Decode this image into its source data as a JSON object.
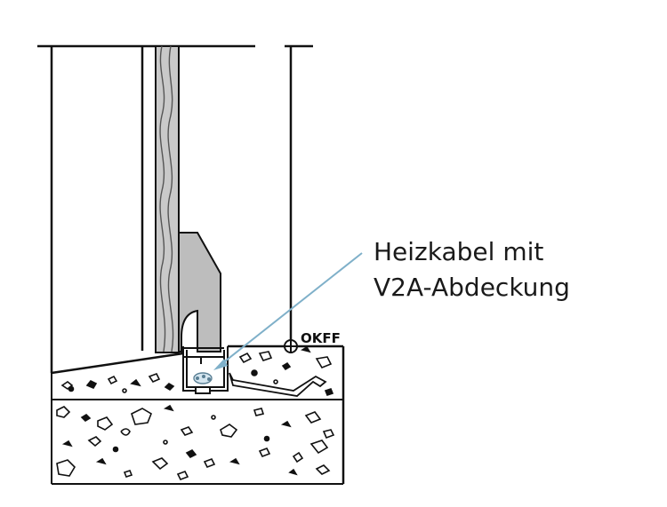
{
  "labels": {
    "callout_line1": "Heizkabel mit",
    "callout_line2": "V2A-Abdeckung",
    "floor_level": "OKFF"
  },
  "colors": {
    "line": "#111111",
    "arrow": "#7fb0c9",
    "profile_fill": "#bdbdbd",
    "wood_fill": "#c6c6c6"
  }
}
